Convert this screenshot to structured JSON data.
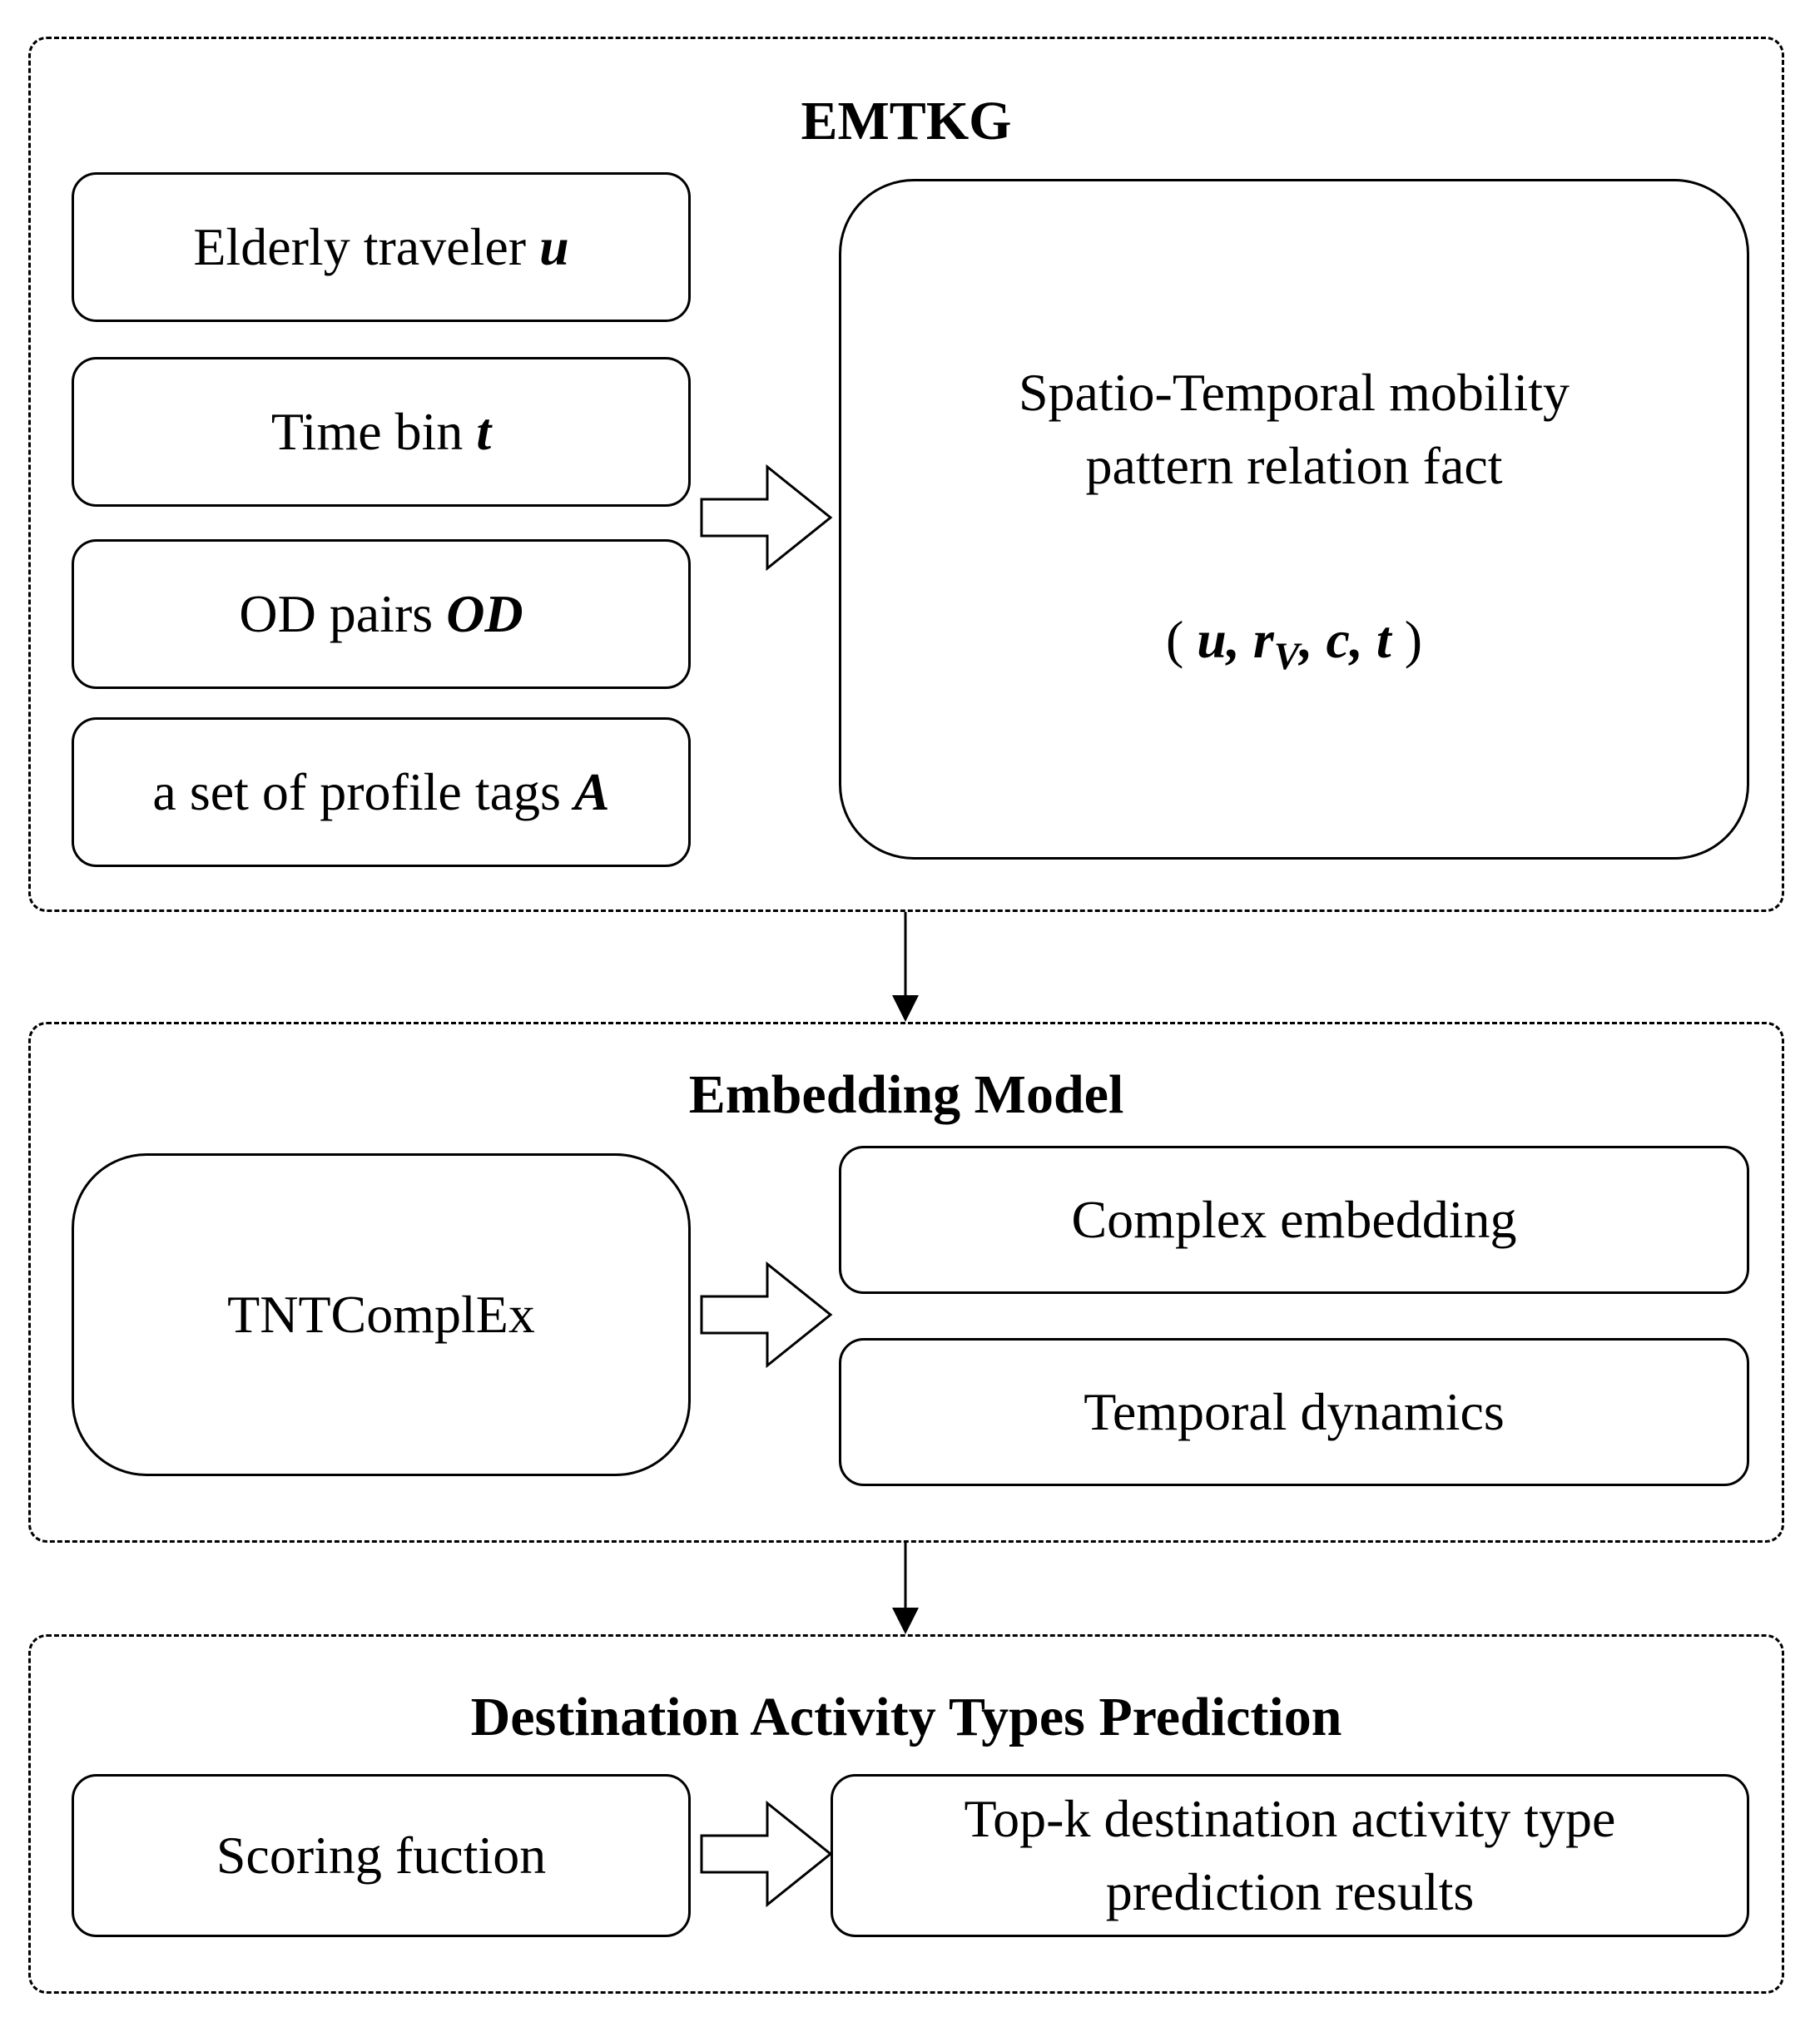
{
  "emtkg": {
    "title": "EMTKG",
    "inputs": [
      {
        "text": "Elderly traveler ",
        "symbol": "u"
      },
      {
        "text": "Time bin ",
        "symbol": "t"
      },
      {
        "text": "OD pairs ",
        "symbol": "OD"
      },
      {
        "text": "a set of profile tags ",
        "symbol": "A"
      }
    ],
    "fact": {
      "line1": "Spatio-Temporal mobility",
      "line2": "pattern relation fact",
      "formula_open": "(",
      "formula_pre": " u, r",
      "formula_sub": "V",
      "formula_post": ", c, t ",
      "formula_close": ")"
    }
  },
  "embedding": {
    "title": "Embedding Model",
    "model": "TNTComplEx",
    "outputs": [
      "Complex embedding",
      "Temporal dynamics"
    ]
  },
  "prediction": {
    "title": "Destination Activity Types Prediction",
    "scoring": "Scoring fuction",
    "result_line1": "Top-k destination activity type",
    "result_line2": "prediction results"
  }
}
